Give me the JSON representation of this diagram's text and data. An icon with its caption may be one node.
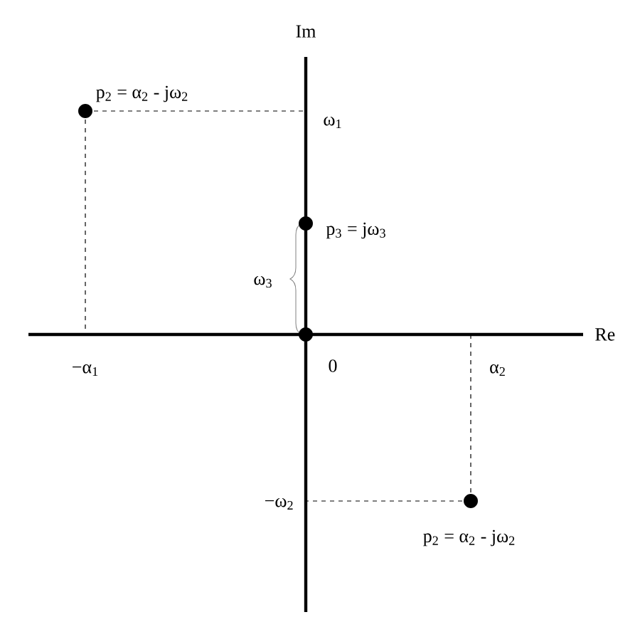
{
  "diagram": {
    "labels": [
      "Im",
      "p$_{2}$ = α$_{2}$ - jω$_{2}$",
      "ω$_{1}$",
      "p$_{3}$ = jω$_{3}$",
      "ω$_{3}$",
      "Re",
      "−α$_{1}$",
      "0",
      "α$_{2}$",
      "−ω$_{2}$",
      "p$_{2}$ = α$_{2}$ - jω$_{2}$"
    ]
  }
}
